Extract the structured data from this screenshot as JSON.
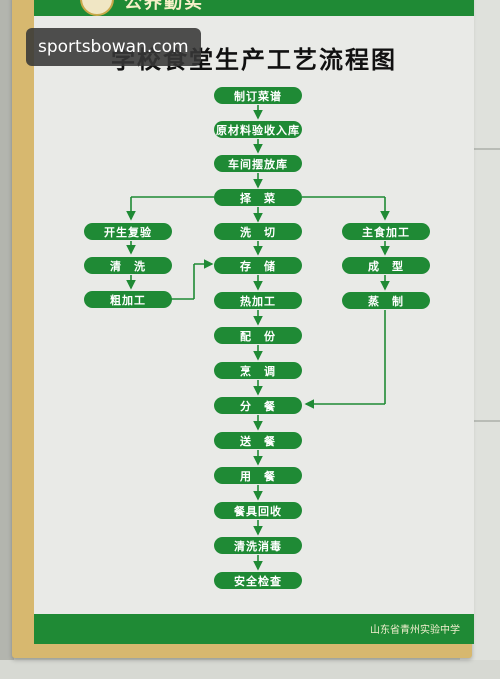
{
  "watermark": "sportsbowan.com",
  "poster": {
    "top_title": "公养勤实",
    "title": "学校食堂生产工艺流程图",
    "footer": "山东省青州实验中学",
    "accent_color": "#1f8a35",
    "steps": {
      "s1": "制订菜谱",
      "s2": "原材料验收入库",
      "s3": "车间摆放库",
      "s4": "择　菜",
      "l1": "开生复验",
      "l2": "清　洗",
      "l3": "粗加工",
      "c1": "洗　切",
      "c2": "存　储",
      "c3": "热加工",
      "c4": "配　份",
      "c5": "烹　调",
      "c6": "分　餐",
      "c7": "送　餐",
      "c8": "用　餐",
      "c9": "餐具回收",
      "c10": "清洗消毒",
      "c11": "安全检查",
      "r1": "主食加工",
      "r2": "成　型",
      "r3": "蒸　制"
    }
  }
}
